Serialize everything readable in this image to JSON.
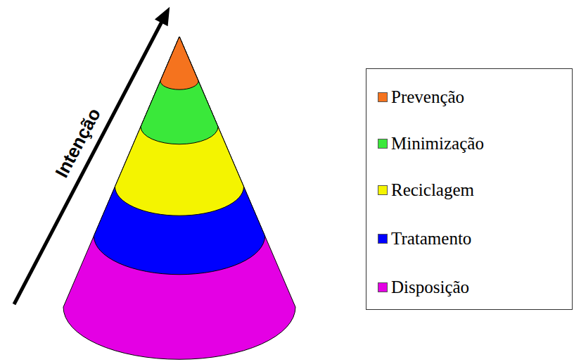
{
  "diagram": {
    "labels": [
      "Intenção"
    ],
    "legend": [
      {
        "text": "Prevenção",
        "color": "#f5731e"
      },
      {
        "text": "Minimização",
        "color": "#3ae83a"
      },
      {
        "text": "Reciclagem",
        "color": "#f4f400"
      },
      {
        "text": "Tratamento",
        "color": "#0000ff"
      },
      {
        "text": "Disposição",
        "color": "#e400e4"
      }
    ]
  }
}
